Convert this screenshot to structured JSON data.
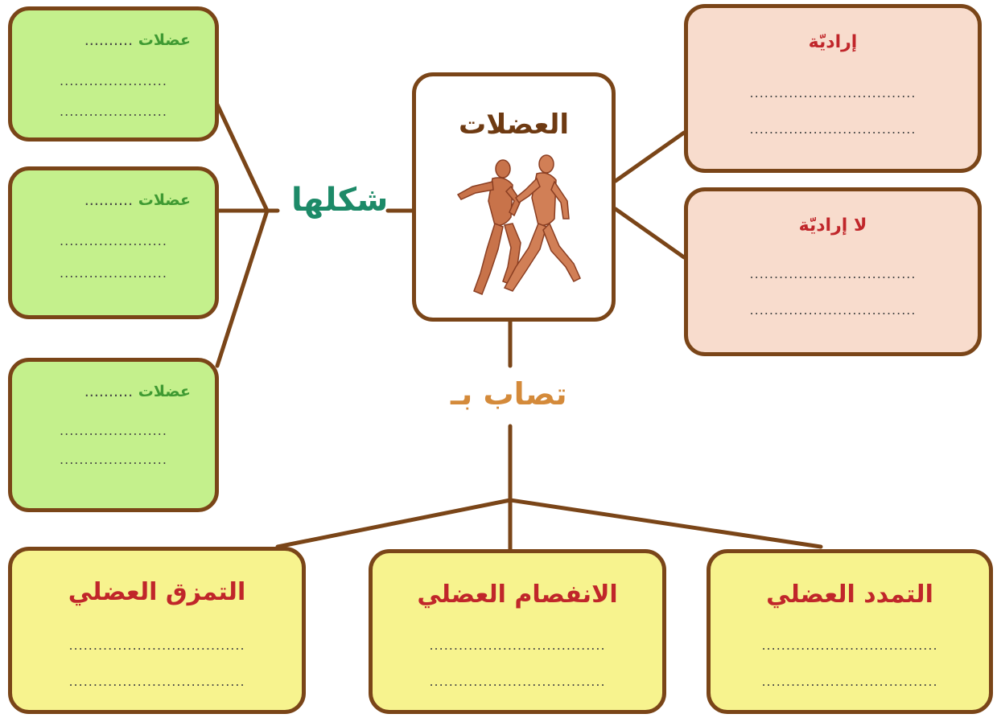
{
  "center": {
    "title": "العضلات",
    "figure_icon": "muscular-runners"
  },
  "connectors": {
    "shape_label": "شكلها",
    "injury_label": "تصاب بـ"
  },
  "shape_boxes": [
    {
      "title": "عضلات",
      "blank": "..........",
      "lines": [
        "......................",
        "......................"
      ]
    },
    {
      "title": "عضلات",
      "blank": "..........",
      "lines": [
        "......................",
        "......................"
      ]
    },
    {
      "title": "عضلات",
      "blank": "..........",
      "lines": [
        "......................",
        "......................"
      ]
    }
  ],
  "control_boxes": [
    {
      "title": "إراديّة",
      "lines": [
        "..................................",
        ".................................."
      ]
    },
    {
      "title": "لا إراديّة",
      "lines": [
        "..................................",
        ".................................."
      ]
    }
  ],
  "injury_boxes": [
    {
      "title": "التمزق العضلي",
      "lines": [
        "....................................",
        "...................................."
      ]
    },
    {
      "title": "الانفصام العضلي",
      "lines": [
        "....................................",
        "...................................."
      ]
    },
    {
      "title": "التمدد العضلي",
      "lines": [
        "....................................",
        "...................................."
      ]
    }
  ],
  "colors": {
    "border": "#7a4518",
    "green_box": "#c4f08c",
    "pink_box": "#f8dccd",
    "yellow_box": "#f7f38e",
    "green_text": "#3f9a32",
    "red_text": "#c0262a",
    "orange_text": "#d48a3a",
    "teal_text": "#1d8a68"
  }
}
